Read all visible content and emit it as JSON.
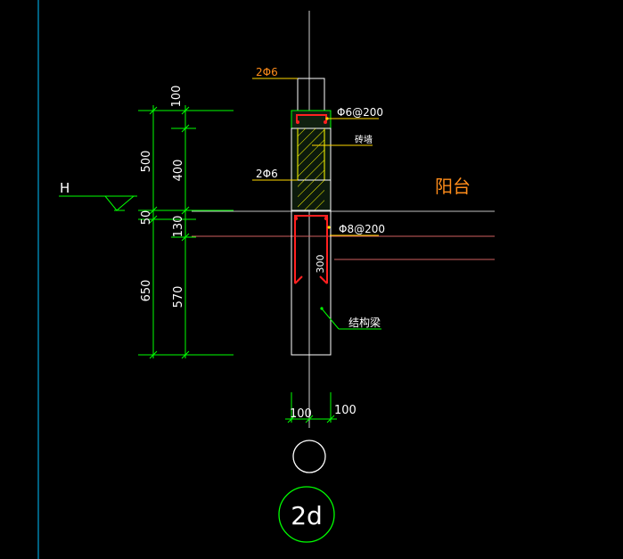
{
  "colors": {
    "background": "#000000",
    "dimension": "#00ff00",
    "wall": "#ffffff",
    "rebar": "#ff2020",
    "leader": "#ffd700",
    "hatch": "#ffff00",
    "annotation_text": "#ffffff",
    "label_orange": "#ff8c1a",
    "slab_line": "#d06060",
    "cyan_axis": "#00c0ff",
    "fill_dark": "#1a3a1a"
  },
  "dimensions": {
    "outer": [
      "100",
      "500",
      "50",
      "650"
    ],
    "inner": [
      "400",
      "130",
      "570"
    ],
    "beam_depth": "300",
    "bottom_left": "100",
    "bottom_right": "100"
  },
  "level_mark": "H",
  "labels": {
    "rebar_top_longitudinal": "2Φ6",
    "rebar_top_stirrup": "Φ6@200",
    "brick_wall": "砖墙",
    "rebar_mid_longitudinal": "2Φ6",
    "beam_stirrup": "Φ8@200",
    "structural_beam": "结构梁",
    "balcony": "阳台"
  },
  "detail_tag": {
    "number": "2d"
  }
}
